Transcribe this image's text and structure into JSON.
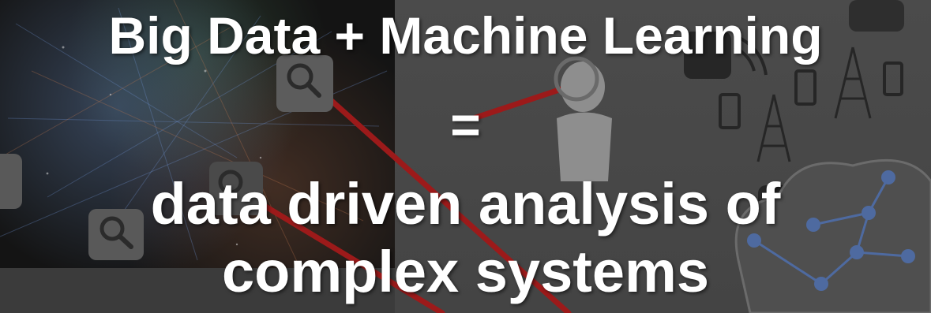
{
  "headline": {
    "line1": "Big Data + Machine Learning",
    "line2": "=",
    "line3": "data driven analysis of",
    "line4": "complex systems"
  },
  "colors": {
    "text": "#ffffff",
    "accent_line": "#b01818",
    "network_node": "#5b7fc4"
  },
  "icons": [
    "magnifier-icon",
    "phone-icon",
    "antenna-tower-icon",
    "wifi-icon",
    "cloud-network-icon",
    "figure-with-magnifier-icon"
  ]
}
